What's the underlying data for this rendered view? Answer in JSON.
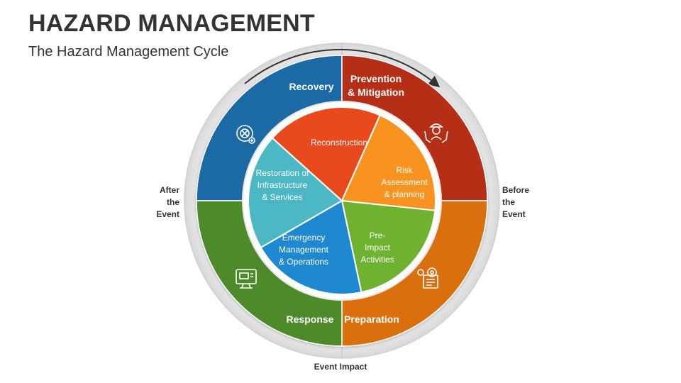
{
  "header": {
    "title": "HAZARD MANAGEMENT",
    "subtitle": "The Hazard Management Cycle"
  },
  "labels": {
    "after_event": [
      "After",
      "the",
      "Event"
    ],
    "before_event": [
      "Before",
      "the",
      "Event"
    ],
    "event_impact": "Event Impact"
  },
  "phases": [
    {
      "id": "recovery",
      "lines": [
        "Recovery"
      ],
      "color": "#1f6aa5",
      "icon": "recovery-icon"
    },
    {
      "id": "prevention",
      "lines": [
        "Prevention",
        "& Mitigation"
      ],
      "color": "#b52d16",
      "icon": "worker-hands-icon"
    },
    {
      "id": "preparation",
      "lines": [
        "Preparation"
      ],
      "color": "#d96f10",
      "icon": "gear-document-icon"
    },
    {
      "id": "response",
      "lines": [
        "Response"
      ],
      "color": "#4e8a2c",
      "icon": "computer-monitor-icon"
    }
  ],
  "activities": [
    {
      "id": "reconstruction",
      "lines": [
        "Reconstruction"
      ],
      "color": "#e84a1e"
    },
    {
      "id": "risk-assessment",
      "lines": [
        "Risk",
        "Assessment",
        "& planning"
      ],
      "color": "#f7931e"
    },
    {
      "id": "pre-impact",
      "lines": [
        "Pre-",
        "Impact",
        "Activities"
      ],
      "color": "#6fb230"
    },
    {
      "id": "emergency-management",
      "lines": [
        "Emergency",
        "Management",
        "& Operations"
      ],
      "color": "#1e88d0"
    },
    {
      "id": "restoration",
      "lines": [
        "Restoration of",
        "Infrastructure",
        "& Services"
      ],
      "color": "#4bb8c3"
    }
  ]
}
